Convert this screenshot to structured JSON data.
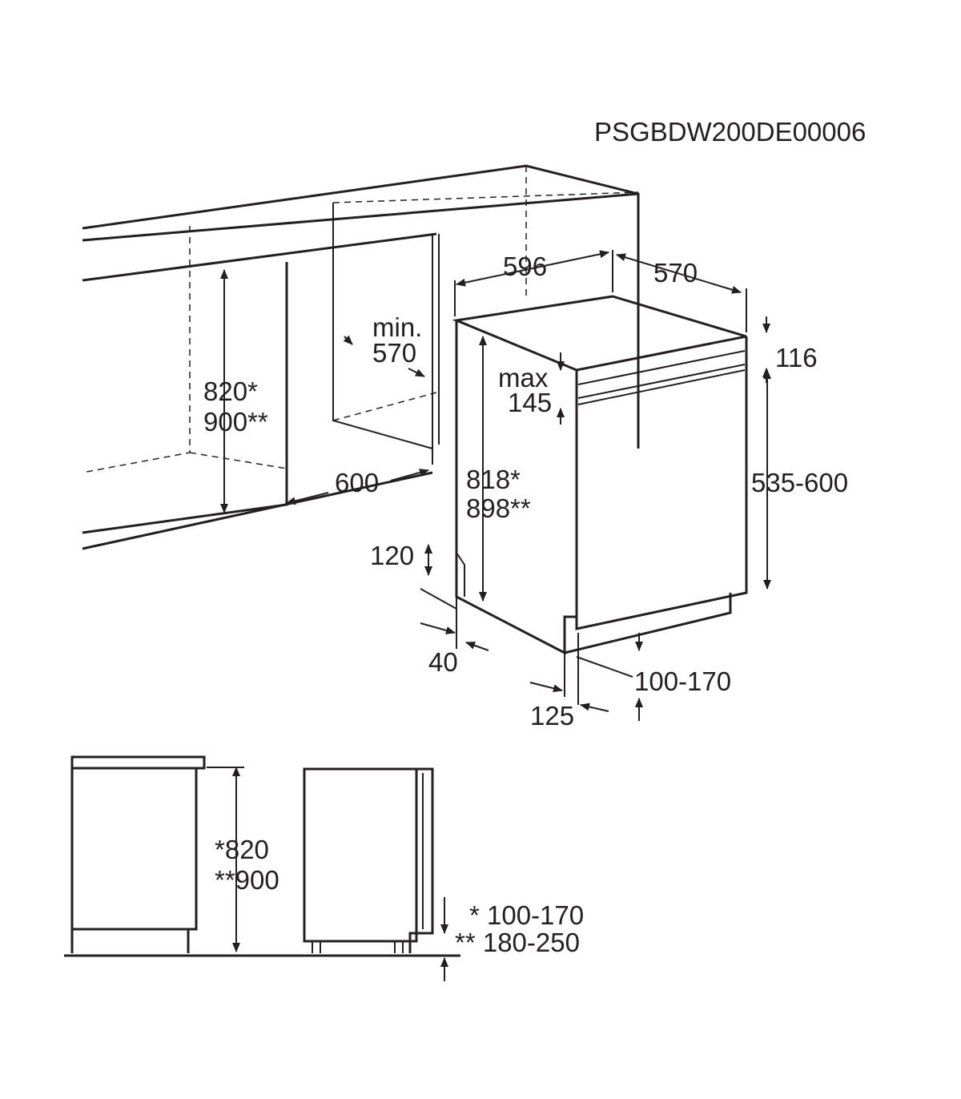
{
  "code": "PSGBDW200DE00006",
  "iso": {
    "width": "596",
    "depth": "570",
    "top_gap": "116",
    "niche_depth_1": "min.",
    "niche_depth_2": "570",
    "cab_h1": "820*",
    "cab_h2": "900**",
    "niche_w": "600",
    "max1": "max",
    "max2": "145",
    "appl_h1": "818*",
    "appl_h2": "898**",
    "door_h": "535-600",
    "plinth_h": "120",
    "plinth_d": "40",
    "foot": "100-170",
    "recess": "125"
  },
  "side": {
    "h1": "*820",
    "h2": "**900",
    "p1": "* 100-170",
    "p2": "** 180-250"
  },
  "stroke_color": "#231f20"
}
